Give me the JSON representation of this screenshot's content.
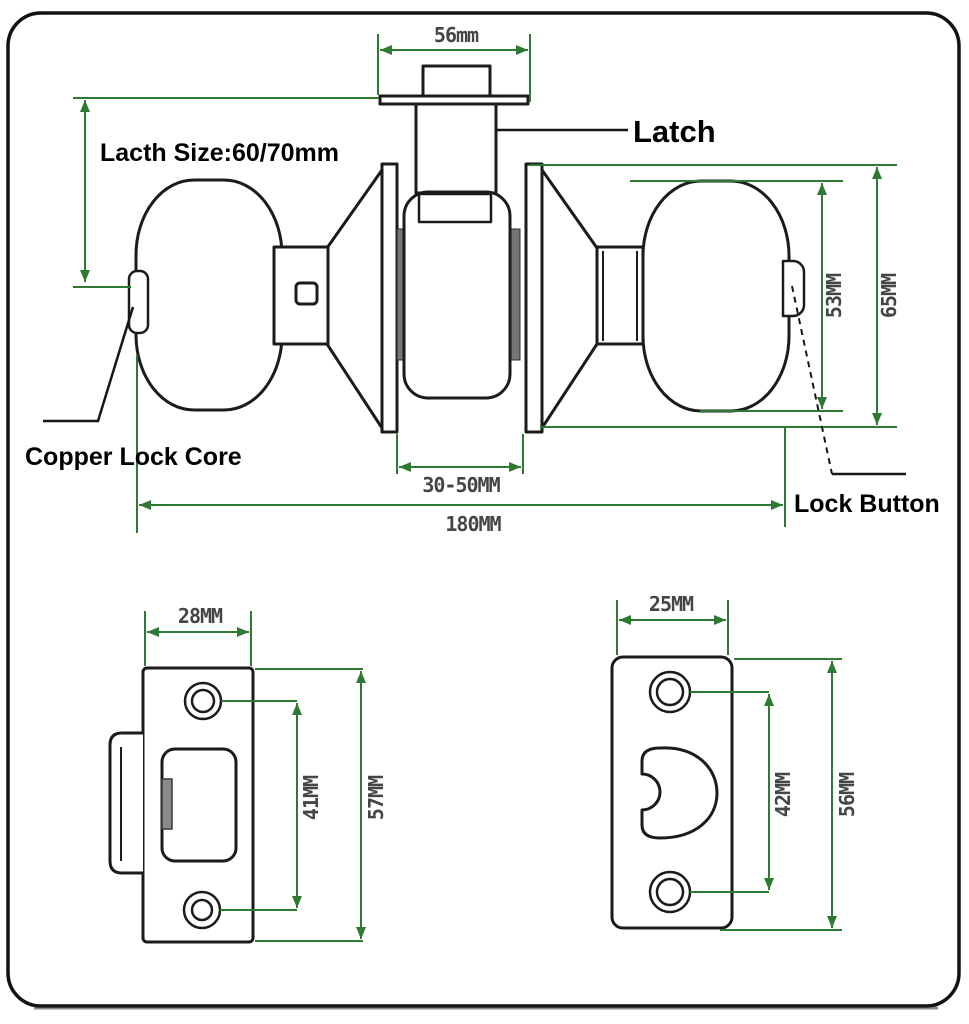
{
  "labels": {
    "latch": "Latch",
    "latch_size": "Lacth Size:60/70mm",
    "copper_lock_core": "Copper Lock Core",
    "lock_button": "Lock Button"
  },
  "dims": {
    "latch_faceplate_width": "56mm",
    "knob_diameter": "53MM",
    "rose_diameter": "65MM",
    "door_thickness_range": "30-50MM",
    "overall_length": "180MM",
    "strike_plate_width": "28MM",
    "strike_screw_spacing": "41MM",
    "strike_plate_height": "57MM",
    "latch_plate_width": "25MM",
    "latch_plate_screw_spacing": "42MM",
    "latch_plate_height": "56MM"
  },
  "colors": {
    "dimension_line": "#2e7a33",
    "outline": "#1b1b1b",
    "dimension_text": "#454545",
    "label_text": "#000000",
    "background": "#ffffff"
  }
}
